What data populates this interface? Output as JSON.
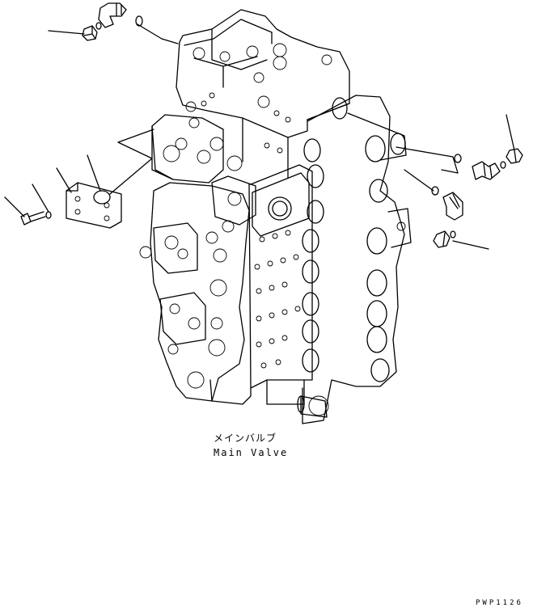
{
  "caption": {
    "japanese": "メインバルブ",
    "english": "Main Valve"
  },
  "figure_code": "PWP1126",
  "colors": {
    "line": "#000000",
    "background": "#ffffff"
  }
}
